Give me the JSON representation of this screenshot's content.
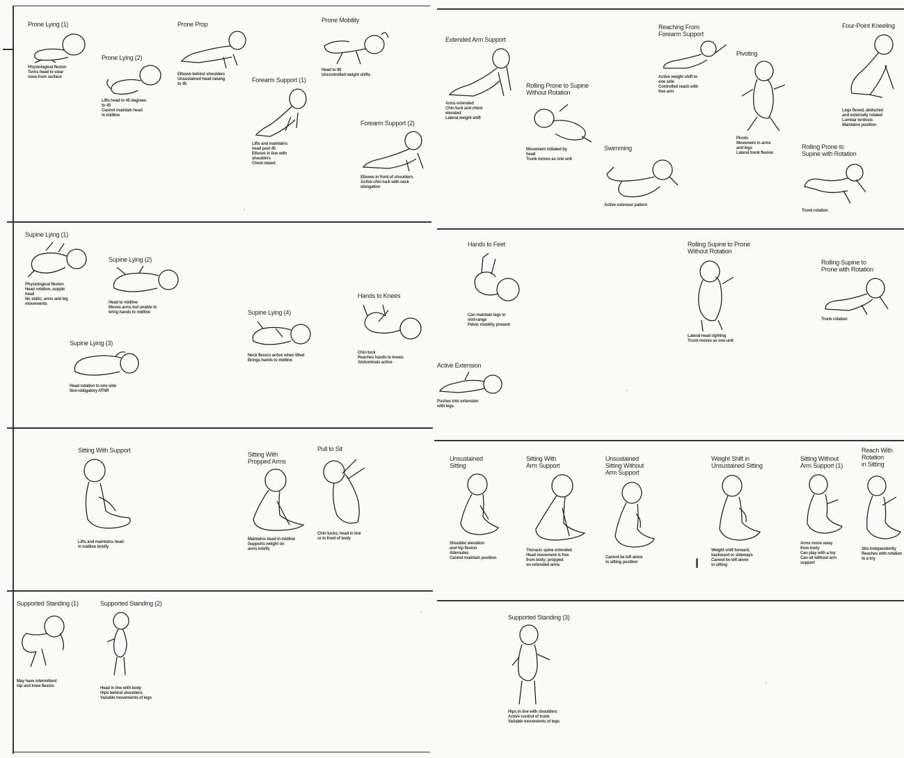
{
  "page": {
    "title": "Infant motor development sequence chart"
  },
  "sections": {
    "prone": {
      "items": [
        {
          "title": "Prone Lying (1)",
          "note": "Physiological flexion\nTurns head to clear\nnose from surface"
        },
        {
          "title": "Prone Lying (2)",
          "note": "Lifts head to 45 degrees\nto 45\nCannot maintain head\nin midline"
        },
        {
          "title": "Prone Prop",
          "note": "Elbows behind shoulders\nUnsustained head raising\nto 45"
        },
        {
          "title": "Forearm Support (1)",
          "note": "Lifts and maintains\nhead past 45\nElbows in line with\nshoulders\nChest raised"
        },
        {
          "title": "Prone Mobility",
          "note": "Head to 90\nUncontrolled weight shifts"
        },
        {
          "title": "Forearm Support (2)",
          "note": "Elbows in front of shoulders\nActive chin tuck with neck\nelongation"
        },
        {
          "title": "Extended Arm Support",
          "note": "Arms extended\nChin tuck and chest\nelevated\nLateral weight shift"
        },
        {
          "title": "Rolling Prone to Supine\nWithout Rotation",
          "note": "Movement initiated by\nhead\nTrunk moves as one unit"
        },
        {
          "title": "Reaching From\nForearm Support",
          "note": "Active weight shift to\none side\nControlled reach with\nfree arm"
        },
        {
          "title": "Pivoting",
          "note": "Pivots\nMovement in arms\nand legs\nLateral trunk flexion"
        },
        {
          "title": "Swimming",
          "note": "Active extensor pattern"
        },
        {
          "title": "Rolling Prone to\nSupine with Rotation",
          "note": "Trunk rotation"
        },
        {
          "title": "Four-Point Kneeling",
          "note": "Legs flexed, abducted\nand externally rotated\nLumbar lordosis\nMaintains position"
        }
      ]
    },
    "supine": {
      "items": [
        {
          "title": "Supine Lying (1)",
          "note": "Physiological flexion\nHead rotation, supple\nhead\nNo static; arms and leg\nmovements"
        },
        {
          "title": "Supine Lying (2)",
          "note": "Head to midline\nMoves arms but unable to\nbring hands to midline"
        },
        {
          "title": "Supine Lying (3)",
          "note": "Head rotation to one side\nNon-obligatory ATNR"
        },
        {
          "title": "Supine Lying (4)",
          "note": "Neck flexors active when tilted\nBrings hands to midline"
        },
        {
          "title": "Hands to Knees",
          "note": "Chin tuck\nReaches hands to knees\nAbdominals active"
        },
        {
          "title": "Hands to Feet",
          "note": "Can maintain legs in\nmid-range\nPelvic mobility present"
        },
        {
          "title": "Active Extension",
          "note": "Pushes into extension\nwith legs"
        },
        {
          "title": "Rolling Supine to Prone\nWithout Rotation",
          "note": "Lateral head righting\nTrunk moves as one unit"
        },
        {
          "title": "Rolling Supine to\nProne with Rotation",
          "note": "Trunk rotation"
        }
      ]
    },
    "sitting": {
      "items": [
        {
          "title": "Sitting With Support",
          "note": "Lifts and maintains head\nin midline briefly"
        },
        {
          "title": "Sitting With\nPropped Arms",
          "note": "Maintains head in midline\nSupports weight on\narms briefly"
        },
        {
          "title": "Pull to Sit",
          "note": "Chin tucks; head in line\nor in front of body"
        },
        {
          "title": "Unsustained\nSitting",
          "note": "Shoulder elevation\nand hip flexion\nAlternates\nCannot maintain position"
        },
        {
          "title": "Sitting With\nArm Support",
          "note": "Thoracic spine extended\nHead movement is free\nfrom body; propped\non extended arms"
        },
        {
          "title": "Unsustained\nSitting Without\nArm Support",
          "note": "Cannot be left alone\nin sitting position"
        },
        {
          "title": "Weight Shift in\nUnsustained Sitting",
          "note": "Weight shift forward,\nbackward or sideways\nCannot be left alone\nin sitting"
        },
        {
          "title": "Sitting Without\nArm Support (1)",
          "note": "Arms move away\nfrom body\nCan play with a toy\nCan sit without arm\nsupport"
        },
        {
          "title": "Reach With\nRotation\nin Sitting",
          "note": "Sits independently\nReaches with rotation\nto a toy"
        }
      ]
    },
    "standing": {
      "items": [
        {
          "title": "Supported Standing (1)",
          "note": "May have intermittent\nhip and knee flexion"
        },
        {
          "title": "Supported Standing (2)",
          "note": "Head in line with body\nHips behind shoulders\nVariable movements of legs"
        },
        {
          "title": "Supported Standing (3)",
          "note": "Hips in line with shoulders\nActive control of trunk\nVariable movements of legs"
        }
      ]
    }
  }
}
